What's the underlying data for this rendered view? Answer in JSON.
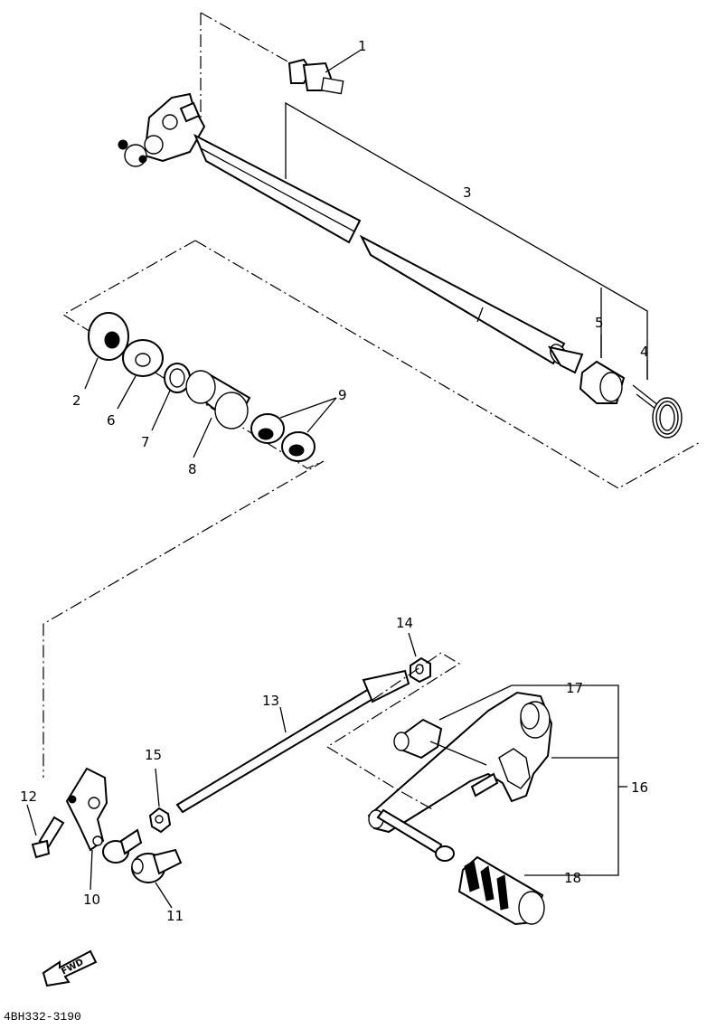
{
  "diagram": {
    "callouts": [
      "1",
      "2",
      "3",
      "4",
      "5",
      "6",
      "7",
      "8",
      "9",
      "10",
      "11",
      "12",
      "13",
      "14",
      "15",
      "16",
      "17",
      "18"
    ],
    "part_code": "4BH332-3190",
    "fwd_arrow_label": "FWD"
  }
}
